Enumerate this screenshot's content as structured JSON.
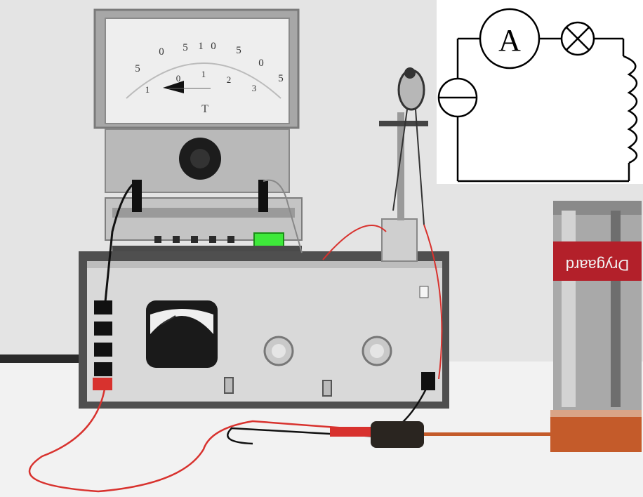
{
  "scene": {
    "description_free": true,
    "colors": {
      "wall": "#e6e6e6",
      "table": "#f3f3f3",
      "cabinet": "#5a5a5a",
      "panel": "#d4d4d4",
      "red_wire": "#d8322e",
      "green_indicator": "#3ee83a",
      "copper": "#c45b2a"
    }
  },
  "ammeter": {
    "upper_scale": [
      "5",
      "0",
      "5",
      "1",
      "0",
      "5",
      "0",
      "5"
    ],
    "lower_scale": [
      "1",
      "0",
      "1",
      "2",
      "3"
    ],
    "needle_value_fraction": 0.1
  },
  "can": {
    "label_text": "Drygaard"
  },
  "circuit": {
    "ammeter_label": "A",
    "symbols": [
      "ac-source-icon",
      "ammeter-icon",
      "lamp-icon",
      "coil-icon"
    ]
  }
}
